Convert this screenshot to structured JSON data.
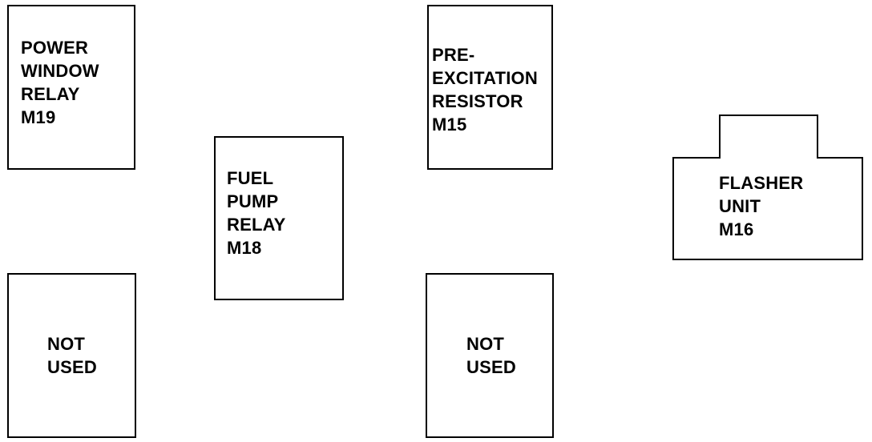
{
  "components": {
    "power_window_relay": {
      "lines": [
        "POWER",
        "WINDOW",
        "RELAY",
        "M19"
      ]
    },
    "fuel_pump_relay": {
      "lines": [
        "FUEL",
        "PUMP",
        "RELAY",
        "M18"
      ]
    },
    "pre_excitation_resistor": {
      "lines": [
        "PRE-",
        "EXCITATION",
        "RESISTOR",
        "M15"
      ]
    },
    "flasher_unit": {
      "lines": [
        "FLASHER",
        "UNIT",
        "M16"
      ]
    },
    "not_used_left": {
      "lines": [
        "NOT",
        "USED"
      ]
    },
    "not_used_center": {
      "lines": [
        "NOT",
        "USED"
      ]
    }
  }
}
